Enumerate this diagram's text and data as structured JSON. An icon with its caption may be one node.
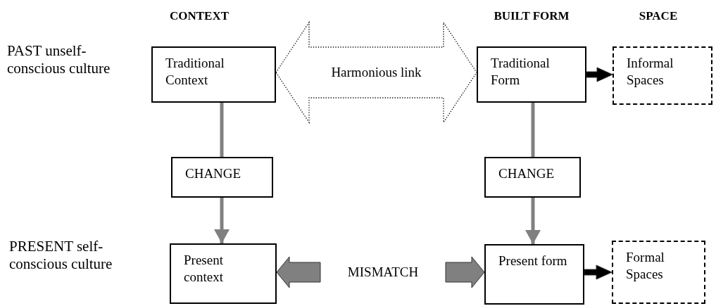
{
  "diagram": {
    "nodes": [
      {
        "text": [
          "Traditional Context"
        ]
      },
      {
        "text": [
          "Traditional Form"
        ]
      },
      {
        "text": [
          "Informal Spaces"
        ]
      },
      {
        "text": [
          "CHANGE"
        ]
      },
      {
        "text": [
          "CHANGE"
        ]
      },
      {
        "text": [
          "Present context"
        ]
      },
      {
        "text": [
          "MISMATCH"
        ]
      },
      {
        "text": [
          "Present form"
        ]
      },
      {
        "text": [
          "Formal Spaces"
        ]
      }
    ],
    "edges": [
      {
        "from": 0,
        "to": 1,
        "arrow": "both",
        "label": "Harmonious link",
        "style": "dashed",
        "color": "#000000"
      },
      {
        "from": 0,
        "to": 3,
        "arrow": "none"
      },
      {
        "from": 3,
        "to": 5,
        "arrow": "to"
      },
      {
        "from": 1,
        "to": 4,
        "arrow": "none"
      },
      {
        "from": 4,
        "to": 7,
        "arrow": "to"
      },
      {
        "from": 1,
        "to": 2,
        "arrow": "to",
        "style": "thick",
        "color": "#000000"
      },
      {
        "from": 7,
        "to": 8,
        "arrow": "to",
        "style": "thick",
        "color": "#000000"
      },
      {
        "from": 6,
        "to": 5,
        "arrow": "to",
        "style": "thick"
      },
      {
        "from": 6,
        "to": 7,
        "arrow": "to",
        "style": "thick"
      }
    ],
    "labels": [
      "CONTEXT",
      "BUILT FORM",
      "SPACE",
      "PAST unself- conscious culture",
      "PRESENT self- conscious culture"
    ]
  }
}
